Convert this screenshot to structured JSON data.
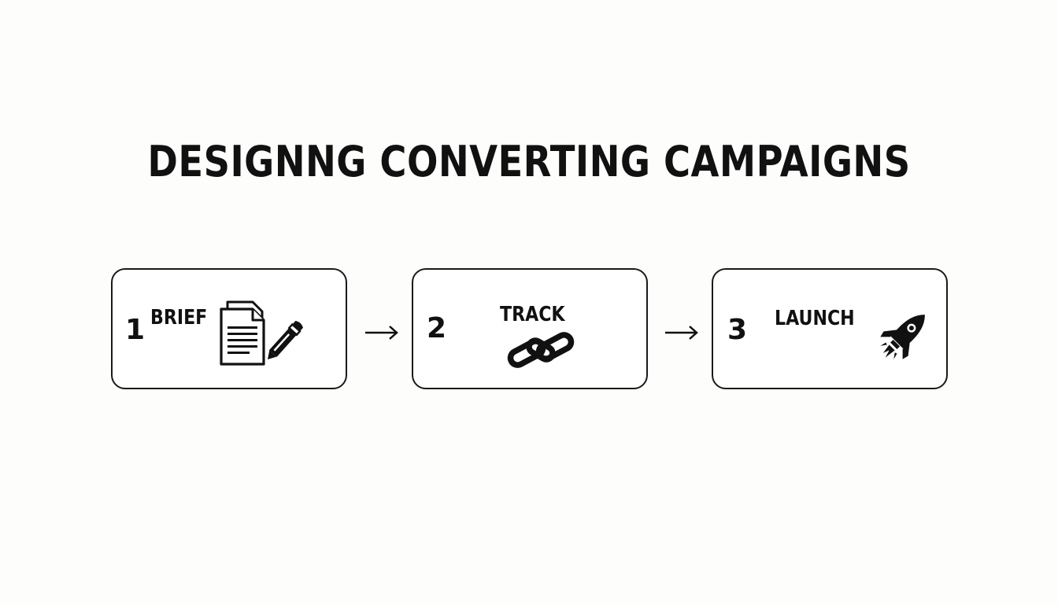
{
  "title": "DESIGNNG CONVERTING CAMPAIGNS",
  "steps": [
    {
      "number": "1",
      "label": "BRIEF",
      "icon": "document-pen-icon"
    },
    {
      "number": "2",
      "label": "TRACK",
      "icon": "chain-link-icon"
    },
    {
      "number": "3",
      "label": "LAUNCH",
      "icon": "rocket-icon"
    }
  ],
  "connector_icon": "arrow-right-icon",
  "colors": {
    "background": "#fdfdfc",
    "ink": "#111111",
    "box_fill": "#ffffff"
  }
}
